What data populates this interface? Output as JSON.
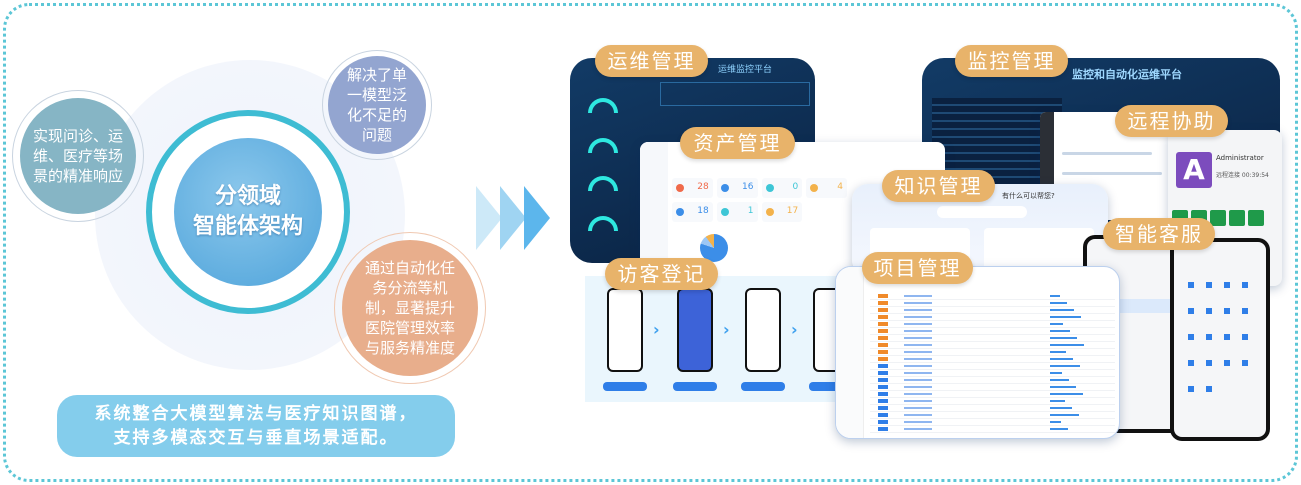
{
  "center": {
    "line1": "分领域",
    "line2": "智能体架构"
  },
  "bubbles": [
    {
      "text": "实现问诊、运维、医疗等场景的精准响应",
      "color": "#86b5c5"
    },
    {
      "text": "解决了单一模型泛化不足的问题",
      "color": "#93a5d0"
    },
    {
      "text": "通过自动化任务分流等机制，显著提升医院管理效率与服务精准度",
      "color": "#e8ae8c"
    }
  ],
  "banner": {
    "line1": "系统整合大模型算法与医疗知识图谱，",
    "line2": "支持多模态交互与垂直场景适配。"
  },
  "modules": {
    "ops": "运维管理",
    "monitor": "监控管理",
    "remote": "远程协助",
    "asset": "资产管理",
    "knowledge": "知识管理",
    "service": "智能客服",
    "visitor": "访客登记",
    "project": "项目管理"
  },
  "screens": {
    "ops_title": "运维监控平台",
    "monitor_title": "监控和自动化运维平台",
    "asset_stats": [
      "28",
      "16",
      "0",
      "4",
      "18",
      "1",
      "17"
    ],
    "remote_user": "Administrator",
    "remote_avatar": "A",
    "remote_status": "远程连接 00:39:54",
    "knowledge_q": "有什么可以帮您?"
  },
  "colors": {
    "accent": "#e8b36a",
    "ring": "#3ebcd3",
    "banner": "#84cdec"
  }
}
